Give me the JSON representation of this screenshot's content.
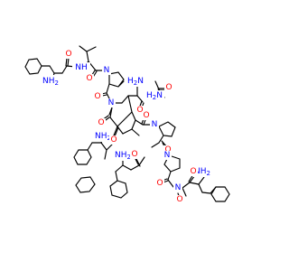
{
  "atom_colors": {
    "N": "#0000ff",
    "O": "#ff0000",
    "C": "#000000"
  },
  "labels": {
    "nh2": "NH",
    "sub2": "2",
    "h2n_h": "H",
    "h2n_sub": "2",
    "h2n_n": "N",
    "nh": "NH",
    "n": "N",
    "o": "O"
  }
}
